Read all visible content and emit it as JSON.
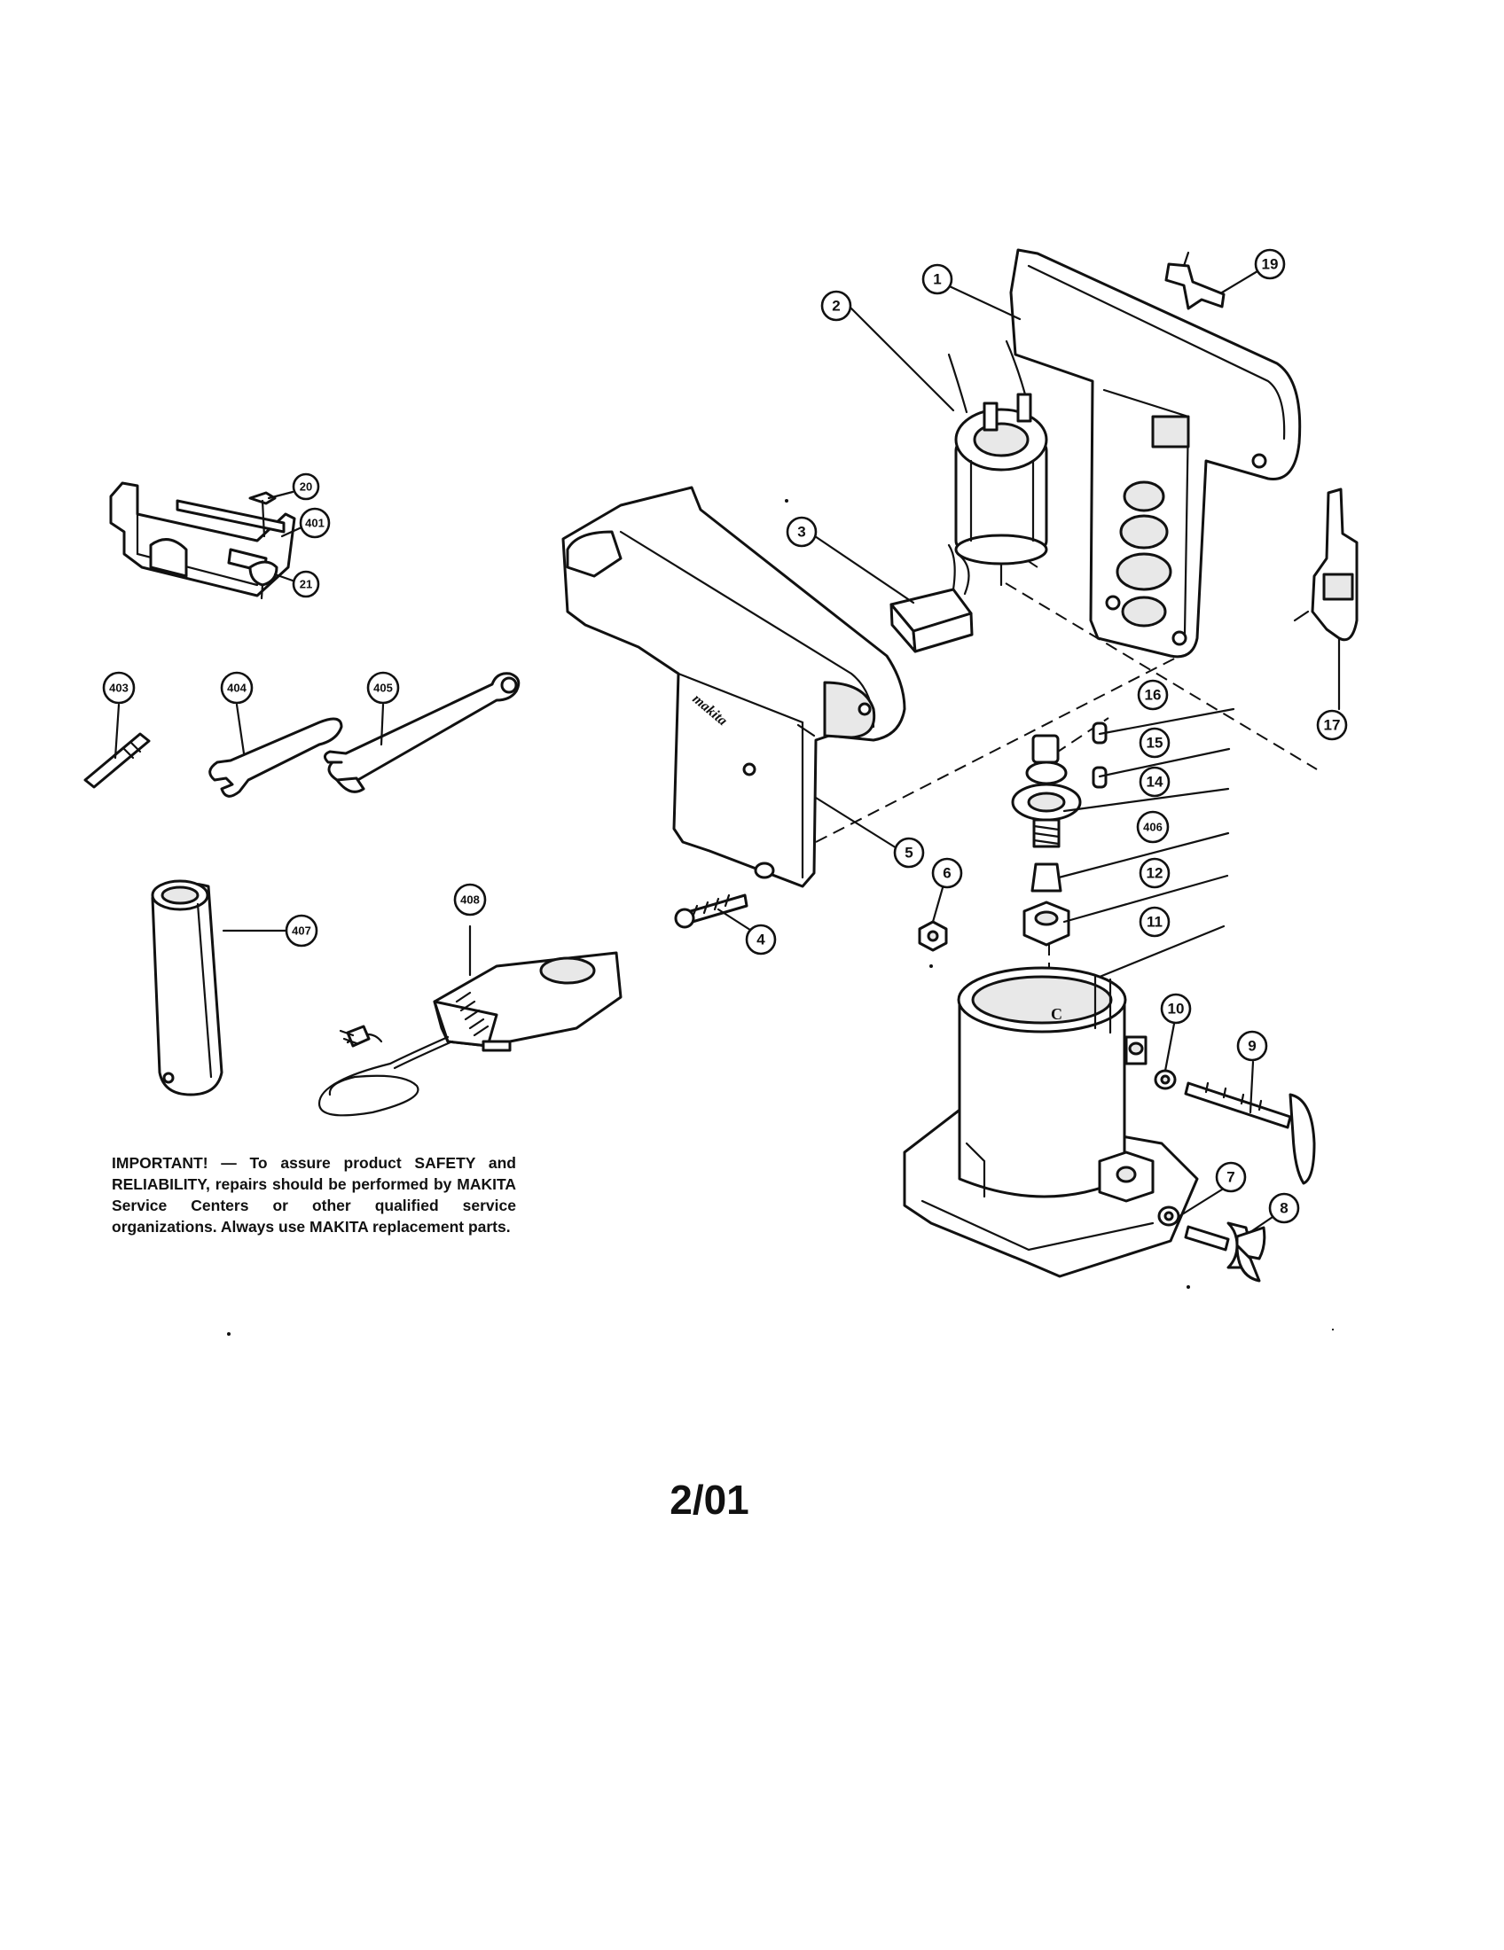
{
  "callouts": {
    "c1": "1",
    "c2": "2",
    "c3": "3",
    "c4": "4",
    "c5": "5",
    "c6": "6",
    "c7": "7",
    "c8": "8",
    "c9": "9",
    "c10": "10",
    "c11": "11",
    "c12": "12",
    "c14": "14",
    "c15": "15",
    "c16": "16",
    "c17": "17",
    "c19": "19",
    "c20": "20",
    "c21": "21",
    "c401": "401",
    "c403": "403",
    "c404": "404",
    "c405": "405",
    "c406": "406",
    "c407": "407",
    "c408": "408"
  },
  "housing_brand": "makita",
  "bit_letter": "C",
  "notice": "IMPORTANT! — To assure product SAFETY and RELIABILITY, repairs should be performed by MAKITA Service Centers or other qualified service organizations. Always use MAKITA replacement parts.",
  "page_code": "2/01",
  "icons": [
    "housing",
    "motor",
    "switch",
    "screw",
    "base",
    "battery",
    "charger",
    "wrench",
    "bit",
    "guide"
  ]
}
